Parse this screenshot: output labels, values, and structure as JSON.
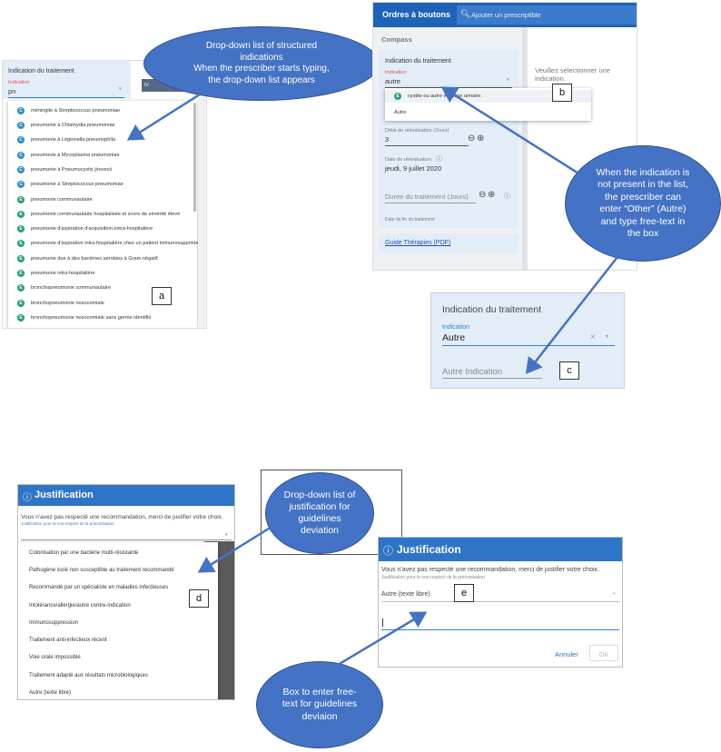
{
  "panel_a": {
    "title": "Indication du traitement",
    "field_label": "Indication",
    "field_value": "pn",
    "side_tag": "IV",
    "items": [
      {
        "badge": "C",
        "kind": "c",
        "text": "méningite à Streptococcus pneumoniae"
      },
      {
        "badge": "C",
        "kind": "c",
        "text": "pneumonie à Chlamydia pneumoniae"
      },
      {
        "badge": "C",
        "kind": "c",
        "text": "pneumonie à Légionella pneumophila"
      },
      {
        "badge": "C",
        "kind": "c",
        "text": "pneumonie à Mycoplasma pneumoniae"
      },
      {
        "badge": "C",
        "kind": "c",
        "text": "pneumonie à Pneumocystis jirovecii"
      },
      {
        "badge": "C",
        "kind": "c",
        "text": "pneumonie à Streptococcus pneumoniae"
      },
      {
        "badge": "E",
        "kind": "e",
        "text": "pneumonie communautaire"
      },
      {
        "badge": "E",
        "kind": "e",
        "text": "pneumonie communautaire hospitalisée et score de sévérité élevé"
      },
      {
        "badge": "E",
        "kind": "e",
        "text": "pneumonie d'aspiration d'acquisition extra-hospitalière"
      },
      {
        "badge": "E",
        "kind": "e",
        "text": "pneumonie d'aspiration intra-hospitalière chez un patient immunosupprimé"
      },
      {
        "badge": "E",
        "kind": "e",
        "text": "pneumonie due à des bactéries aérobies à Gram négatif"
      },
      {
        "badge": "E",
        "kind": "e",
        "text": "pneumonie intra-hospitalière"
      },
      {
        "badge": "E",
        "kind": "e",
        "text": "bronchopneumonie communautaire"
      },
      {
        "badge": "E",
        "kind": "e",
        "text": "bronchopneumonie nosocomiale"
      },
      {
        "badge": "E",
        "kind": "e",
        "text": "bronchopneumonie nosocomiale sans germe identifié"
      }
    ],
    "letter": "a"
  },
  "callout_top": {
    "line1": "Drop-down list of structured",
    "line2": "indications",
    "line3": "When the prescriber starts typing,",
    "line4": "the drop-down list appears"
  },
  "panel_b": {
    "header_title": "Ordres à boutons",
    "search_placeholder": "Ajouter un prescriptible",
    "section": "Compass",
    "card_title": "Indication du traitement",
    "field_label": "Indication",
    "field_value": "autre",
    "option1_badge": "E",
    "option1_text": "cystite ou autre infection urinaire",
    "option2_text": "Autre",
    "reval_label": "Délai de réévaluation (Jours)",
    "reval_value": "3",
    "date_label": "Date de réévaluation",
    "date_value": "jeudi, 9 juillet 2020",
    "duration_label": "Durée du traitement (Jours)",
    "end_label": "Date de fin du traitement",
    "link": "Guide Thérapies (PDF)",
    "right_message": "Veuillez sélectionner une indication.",
    "letter": "b"
  },
  "callout_right": {
    "line1": "When the indication is",
    "line2": "not present in the list,",
    "line3": "the prescriber can",
    "line4": "enter “Other” (Autre)",
    "line5": "and type free-text in",
    "line6": "the box"
  },
  "panel_c": {
    "title": "Indication du traitement",
    "field_label": "Indication",
    "field_value": "Autre",
    "other_placeholder": "Autre Indication",
    "letter": "c"
  },
  "panel_d": {
    "title": "Justification",
    "message": "Vous n'avez pas respecté une recommandation, merci de justifier votre choix.",
    "field_label": "Justification pour le non-respect de la préconisation",
    "items": [
      "Colonisation par une bactérie multi-résistante",
      "Pathogène isolé non susceptible au traitement recommandé",
      "Recommandé par un spécialiste en maladies infectieuses",
      "Intolérance/allergie/autre contre-indication",
      "Immunosuppression",
      "Traitement anti-infectieux récent",
      "Voie orale impossible",
      "Traitement adapté aux résultats microbiologiques",
      "Autre (texte libre)"
    ],
    "letter": "d"
  },
  "callout_mid": {
    "line1": "Drop-down list of",
    "line2": "justification for",
    "line3": "guidelines",
    "line4": "deviation"
  },
  "panel_e": {
    "title": "Justification",
    "message": "Vous n'avez pas respecté une recommandation, merci de justifier votre choix.",
    "field_label": "Justification pour le non-respect de la préconisation",
    "field_value": "Autre (texte libre)",
    "cancel_label": "Annuler",
    "ok_label": "OK",
    "letter": "e"
  },
  "callout_bottom": {
    "line1": "Box to enter free-",
    "line2": "text for guidelines",
    "line3": "deviaion"
  }
}
